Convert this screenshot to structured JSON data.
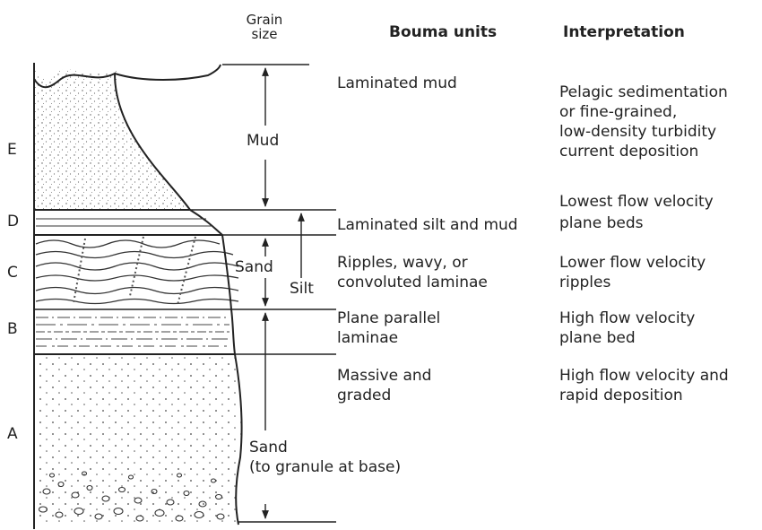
{
  "header": {
    "grain_size_line1": "Grain",
    "grain_size_line2": "size",
    "bouma_units": "Bouma units",
    "interpretation": "Interpretation"
  },
  "unit_letters": [
    "E",
    "D",
    "C",
    "B",
    "A"
  ],
  "grain_sizes": {
    "mud": "Mud",
    "sand_upper": "Sand",
    "silt": "Silt",
    "sand_lower_line1": "Sand",
    "sand_lower_line2": "(to granule at base)"
  },
  "bouma_units": [
    {
      "lines": [
        "Laminated mud"
      ]
    },
    {
      "lines": [
        "Laminated silt and mud"
      ]
    },
    {
      "lines": [
        "Ripples, wavy, or",
        "convoluted laminae"
      ]
    },
    {
      "lines": [
        "Plane parallel",
        "laminae"
      ]
    },
    {
      "lines": [
        "Massive and",
        "graded"
      ]
    }
  ],
  "interpretations": [
    {
      "lines": [
        "Pelagic sedimentation",
        "or fine-grained,",
        "low-density turbidity",
        "current deposition"
      ]
    },
    {
      "lines": [
        "Lowest flow velocity",
        "plane beds"
      ]
    },
    {
      "lines": [
        "Lower flow velocity",
        "ripples"
      ]
    },
    {
      "lines": [
        "High flow velocity",
        "plane bed"
      ]
    },
    {
      "lines": [
        "High flow velocity and",
        "rapid deposition"
      ]
    }
  ]
}
